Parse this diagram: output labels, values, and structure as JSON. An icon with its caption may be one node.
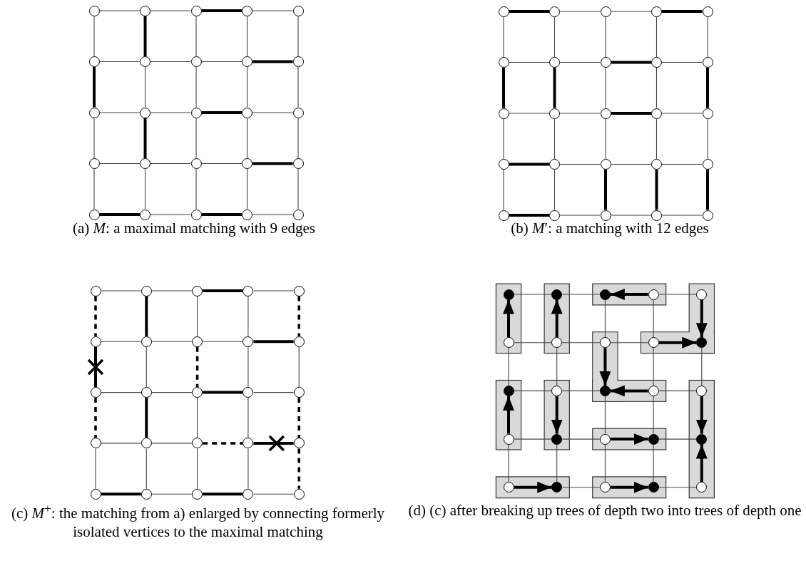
{
  "diagram": {
    "nodes": [
      {
        "text": [],
        "shape": "circle"
      },
      {
        "text": [],
        "shape": "circle"
      },
      {
        "text": [],
        "shape": "circle"
      },
      {
        "text": [],
        "shape": "circle"
      },
      {
        "text": [],
        "shape": "circle"
      },
      {
        "text": [],
        "shape": "circle"
      },
      {
        "text": [],
        "shape": "circle"
      },
      {
        "text": [],
        "shape": "circle"
      },
      {
        "text": [],
        "shape": "circle"
      },
      {
        "text": [],
        "shape": "circle"
      },
      {
        "text": [],
        "shape": "circle"
      },
      {
        "text": [],
        "shape": "circle"
      },
      {
        "text": [],
        "shape": "circle"
      },
      {
        "text": [],
        "shape": "circle"
      },
      {
        "text": [],
        "shape": "circle"
      },
      {
        "text": [],
        "shape": "circle"
      },
      {
        "text": [],
        "shape": "circle"
      },
      {
        "text": [],
        "shape": "circle"
      },
      {
        "text": [],
        "shape": "circle"
      },
      {
        "text": [],
        "shape": "circle"
      },
      {
        "text": [],
        "shape": "circle"
      },
      {
        "text": [],
        "shape": "circle"
      },
      {
        "text": [],
        "shape": "circle"
      },
      {
        "text": [],
        "shape": "circle"
      },
      {
        "text": [],
        "shape": "circle"
      },
      {
        "text": [],
        "shape": "circle"
      },
      {
        "text": [],
        "shape": "circle"
      },
      {
        "text": [],
        "shape": "circle"
      },
      {
        "text": [],
        "shape": "circle"
      },
      {
        "text": [],
        "shape": "circle"
      },
      {
        "text": [],
        "shape": "circle"
      },
      {
        "text": [],
        "shape": "circle"
      },
      {
        "text": [],
        "shape": "circle"
      },
      {
        "text": [],
        "shape": "circle"
      },
      {
        "text": [],
        "shape": "circle"
      },
      {
        "text": [],
        "shape": "circle"
      },
      {
        "text": [],
        "shape": "circle"
      },
      {
        "text": [],
        "shape": "circle"
      },
      {
        "text": [],
        "shape": "circle"
      },
      {
        "text": [],
        "shape": "circle"
      },
      {
        "text": [],
        "shape": "circle"
      },
      {
        "text": [],
        "shape": "circle"
      },
      {
        "text": [],
        "shape": "circle"
      },
      {
        "text": [],
        "shape": "circle"
      },
      {
        "text": [],
        "shape": "circle"
      },
      {
        "text": [],
        "shape": "circle"
      },
      {
        "text": [],
        "shape": "circle"
      },
      {
        "text": [],
        "shape": "circle"
      },
      {
        "text": [],
        "shape": "circle"
      },
      {
        "text": [],
        "shape": "circle"
      },
      {
        "text": [],
        "shape": "circle"
      },
      {
        "text": [],
        "shape": "circle"
      },
      {
        "text": [],
        "shape": "circle"
      },
      {
        "text": [],
        "shape": "circle"
      },
      {
        "text": [],
        "shape": "circle"
      },
      {
        "text": [],
        "shape": "circle"
      },
      {
        "text": [],
        "shape": "circle"
      },
      {
        "text": [],
        "shape": "circle"
      },
      {
        "text": [],
        "shape": "circle"
      },
      {
        "text": [],
        "shape": "circle"
      },
      {
        "text": [],
        "shape": "circle"
      },
      {
        "text": [],
        "shape": "circle"
      },
      {
        "text": [],
        "shape": "circle"
      },
      {
        "text": [],
        "shape": "circle"
      },
      {
        "text": [],
        "shape": "circle"
      },
      {
        "text": [],
        "shape": "circle"
      },
      {
        "text": [],
        "shape": "circle"
      },
      {
        "text": [],
        "shape": "circle"
      },
      {
        "text": [],
        "shape": "circle"
      },
      {
        "text": [],
        "shape": "circle"
      },
      {
        "text": [],
        "shape": "circle"
      },
      {
        "text": [],
        "shape": "circle"
      },
      {
        "text": [],
        "shape": "circle"
      },
      {
        "text": [],
        "shape": "circle"
      },
      {
        "text": [],
        "shape": "circle"
      },
      {
        "text": [],
        "shape": "dot"
      },
      {
        "text": [],
        "shape": "dot"
      },
      {
        "text": [],
        "shape": "dot"
      },
      {
        "text": [],
        "shape": "circle"
      },
      {
        "text": [],
        "shape": "circle"
      },
      {
        "text": [],
        "shape": "circle"
      },
      {
        "text": [],
        "shape": "circle"
      },
      {
        "text": [],
        "shape": "circle"
      },
      {
        "text": [],
        "shape": "circle"
      },
      {
        "text": [],
        "shape": "dot"
      },
      {
        "text": [],
        "shape": "dot"
      },
      {
        "text": [],
        "shape": "circle"
      },
      {
        "text": [],
        "shape": "dot"
      },
      {
        "text": [],
        "shape": "circle"
      },
      {
        "text": [],
        "shape": "circle"
      },
      {
        "text": [],
        "shape": "circle"
      },
      {
        "text": [],
        "shape": "dot"
      },
      {
        "text": [],
        "shape": "circle"
      },
      {
        "text": [],
        "shape": "dot"
      },
      {
        "text": [],
        "shape": "dot"
      },
      {
        "text": [],
        "shape": "circle"
      },
      {
        "text": [],
        "shape": "dot"
      },
      {
        "text": [],
        "shape": "circle"
      },
      {
        "text": [],
        "shape": "dot"
      },
      {
        "text": [],
        "shape": "circle"
      }
    ],
    "edges": [
      {
        "from": 0,
        "to": 1,
        "arrow": "none"
      },
      {
        "from": 1,
        "to": 2,
        "arrow": "none"
      },
      {
        "from": 2,
        "to": 3,
        "arrow": "none",
        "style": "thick"
      },
      {
        "from": 3,
        "to": 4,
        "arrow": "none"
      },
      {
        "from": 0,
        "to": 5,
        "arrow": "none"
      },
      {
        "from": 1,
        "to": 6,
        "arrow": "none",
        "style": "thick"
      },
      {
        "from": 2,
        "to": 7,
        "arrow": "none"
      },
      {
        "from": 3,
        "to": 8,
        "arrow": "none"
      },
      {
        "from": 4,
        "to": 9,
        "arrow": "none"
      },
      {
        "from": 5,
        "to": 6,
        "arrow": "none"
      },
      {
        "from": 6,
        "to": 7,
        "arrow": "none"
      },
      {
        "from": 7,
        "to": 8,
        "arrow": "none"
      },
      {
        "from": 8,
        "to": 9,
        "arrow": "none",
        "style": "thick"
      },
      {
        "from": 5,
        "to": 10,
        "arrow": "none",
        "style": "thick"
      },
      {
        "from": 6,
        "to": 11,
        "arrow": "none"
      },
      {
        "from": 7,
        "to": 12,
        "arrow": "none"
      },
      {
        "from": 8,
        "to": 13,
        "arrow": "none"
      },
      {
        "from": 9,
        "to": 14,
        "arrow": "none"
      },
      {
        "from": 10,
        "to": 11,
        "arrow": "none"
      },
      {
        "from": 11,
        "to": 12,
        "arrow": "none"
      },
      {
        "from": 12,
        "to": 13,
        "arrow": "none",
        "style": "thick"
      },
      {
        "from": 13,
        "to": 14,
        "arrow": "none"
      },
      {
        "from": 10,
        "to": 15,
        "arrow": "none"
      },
      {
        "from": 11,
        "to": 16,
        "arrow": "none",
        "style": "thick"
      },
      {
        "from": 12,
        "to": 17,
        "arrow": "none"
      },
      {
        "from": 13,
        "to": 18,
        "arrow": "none"
      },
      {
        "from": 14,
        "to": 19,
        "arrow": "none"
      },
      {
        "from": 15,
        "to": 16,
        "arrow": "none"
      },
      {
        "from": 16,
        "to": 17,
        "arrow": "none"
      },
      {
        "from": 17,
        "to": 18,
        "arrow": "none"
      },
      {
        "from": 18,
        "to": 19,
        "arrow": "none",
        "style": "thick"
      },
      {
        "from": 15,
        "to": 20,
        "arrow": "none"
      },
      {
        "from": 16,
        "to": 21,
        "arrow": "none"
      },
      {
        "from": 17,
        "to": 22,
        "arrow": "none"
      },
      {
        "from": 18,
        "to": 23,
        "arrow": "none"
      },
      {
        "from": 19,
        "to": 24,
        "arrow": "none"
      },
      {
        "from": 20,
        "to": 21,
        "arrow": "none",
        "style": "thick"
      },
      {
        "from": 21,
        "to": 22,
        "arrow": "none"
      },
      {
        "from": 22,
        "to": 23,
        "arrow": "none",
        "style": "thick"
      },
      {
        "from": 23,
        "to": 24,
        "arrow": "none"
      },
      {
        "from": 25,
        "to": 26,
        "arrow": "none",
        "style": "thick"
      },
      {
        "from": 26,
        "to": 27,
        "arrow": "none"
      },
      {
        "from": 27,
        "to": 28,
        "arrow": "none"
      },
      {
        "from": 28,
        "to": 29,
        "arrow": "none",
        "style": "thick"
      },
      {
        "from": 25,
        "to": 30,
        "arrow": "none"
      },
      {
        "from": 26,
        "to": 31,
        "arrow": "none"
      },
      {
        "from": 27,
        "to": 32,
        "arrow": "none"
      },
      {
        "from": 28,
        "to": 33,
        "arrow": "none"
      },
      {
        "from": 29,
        "to": 34,
        "arrow": "none"
      },
      {
        "from": 30,
        "to": 31,
        "arrow": "none"
      },
      {
        "from": 31,
        "to": 32,
        "arrow": "none"
      },
      {
        "from": 32,
        "to": 33,
        "arrow": "none",
        "style": "thick"
      },
      {
        "from": 33,
        "to": 34,
        "arrow": "none"
      },
      {
        "from": 30,
        "to": 35,
        "arrow": "none",
        "style": "thick"
      },
      {
        "from": 31,
        "to": 36,
        "arrow": "none",
        "style": "thick"
      },
      {
        "from": 32,
        "to": 37,
        "arrow": "none"
      },
      {
        "from": 33,
        "to": 38,
        "arrow": "none"
      },
      {
        "from": 34,
        "to": 39,
        "arrow": "none",
        "style": "thick"
      },
      {
        "from": 35,
        "to": 36,
        "arrow": "none"
      },
      {
        "from": 36,
        "to": 37,
        "arrow": "none"
      },
      {
        "from": 37,
        "to": 38,
        "arrow": "none",
        "style": "thick"
      },
      {
        "from": 38,
        "to": 39,
        "arrow": "none"
      },
      {
        "from": 35,
        "to": 40,
        "arrow": "none"
      },
      {
        "from": 36,
        "to": 41,
        "arrow": "none"
      },
      {
        "from": 37,
        "to": 42,
        "arrow": "none"
      },
      {
        "from": 38,
        "to": 43,
        "arrow": "none"
      },
      {
        "from": 39,
        "to": 44,
        "arrow": "none"
      },
      {
        "from": 40,
        "to": 41,
        "arrow": "none",
        "style": "thick"
      },
      {
        "from": 41,
        "to": 42,
        "arrow": "none"
      },
      {
        "from": 42,
        "to": 43,
        "arrow": "none"
      },
      {
        "from": 43,
        "to": 44,
        "arrow": "none"
      },
      {
        "from": 40,
        "to": 45,
        "arrow": "none"
      },
      {
        "from": 41,
        "to": 46,
        "arrow": "none"
      },
      {
        "from": 42,
        "to": 47,
        "arrow": "none",
        "style": "thick"
      },
      {
        "from": 43,
        "to": 48,
        "arrow": "none",
        "style": "thick"
      },
      {
        "from": 44,
        "to": 49,
        "arrow": "none",
        "style": "thick"
      },
      {
        "from": 45,
        "to": 46,
        "arrow": "none",
        "style": "thick"
      },
      {
        "from": 46,
        "to": 47,
        "arrow": "none"
      },
      {
        "from": 47,
        "to": 48,
        "arrow": "none"
      },
      {
        "from": 48,
        "to": 49,
        "arrow": "none"
      },
      {
        "from": 50,
        "to": 51,
        "arrow": "none"
      },
      {
        "from": 51,
        "to": 52,
        "arrow": "none"
      },
      {
        "from": 52,
        "to": 53,
        "arrow": "none",
        "style": "thick"
      },
      {
        "from": 53,
        "to": 54,
        "arrow": "none"
      },
      {
        "from": 50,
        "to": 55,
        "arrow": "none",
        "style": "dashed"
      },
      {
        "from": 51,
        "to": 56,
        "arrow": "none",
        "style": "thick"
      },
      {
        "from": 52,
        "to": 57,
        "arrow": "none"
      },
      {
        "from": 53,
        "to": 58,
        "arrow": "none"
      },
      {
        "from": 54,
        "to": 59,
        "arrow": "none",
        "style": "dashed"
      },
      {
        "from": 55,
        "to": 56,
        "arrow": "none"
      },
      {
        "from": 56,
        "to": 57,
        "arrow": "none"
      },
      {
        "from": 57,
        "to": 58,
        "arrow": "none"
      },
      {
        "from": 58,
        "to": 59,
        "arrow": "none",
        "style": "thick"
      },
      {
        "from": 55,
        "to": 60,
        "arrow": "none",
        "style": "thick"
      },
      {
        "from": 56,
        "to": 61,
        "arrow": "none"
      },
      {
        "from": 57,
        "to": 62,
        "arrow": "none",
        "style": "dashed"
      },
      {
        "from": 58,
        "to": 63,
        "arrow": "none"
      },
      {
        "from": 59,
        "to": 64,
        "arrow": "none"
      },
      {
        "from": 60,
        "to": 61,
        "arrow": "none"
      },
      {
        "from": 61,
        "to": 62,
        "arrow": "none"
      },
      {
        "from": 62,
        "to": 63,
        "arrow": "none",
        "style": "thick"
      },
      {
        "from": 63,
        "to": 64,
        "arrow": "none"
      },
      {
        "from": 60,
        "to": 65,
        "arrow": "none",
        "style": "dashed"
      },
      {
        "from": 61,
        "to": 66,
        "arrow": "none",
        "style": "thick"
      },
      {
        "from": 62,
        "to": 67,
        "arrow": "none"
      },
      {
        "from": 63,
        "to": 68,
        "arrow": "none"
      },
      {
        "from": 64,
        "to": 69,
        "arrow": "none",
        "style": "dashed"
      },
      {
        "from": 65,
        "to": 66,
        "arrow": "none"
      },
      {
        "from": 66,
        "to": 67,
        "arrow": "none"
      },
      {
        "from": 67,
        "to": 68,
        "arrow": "none",
        "style": "dashed"
      },
      {
        "from": 68,
        "to": 69,
        "arrow": "none",
        "style": "thick"
      },
      {
        "from": 65,
        "to": 70,
        "arrow": "none"
      },
      {
        "from": 66,
        "to": 71,
        "arrow": "none"
      },
      {
        "from": 67,
        "to": 72,
        "arrow": "none"
      },
      {
        "from": 68,
        "to": 73,
        "arrow": "none"
      },
      {
        "from": 69,
        "to": 74,
        "arrow": "none",
        "style": "dashed"
      },
      {
        "from": 70,
        "to": 71,
        "arrow": "none",
        "style": "thick"
      },
      {
        "from": 71,
        "to": 72,
        "arrow": "none"
      },
      {
        "from": 72,
        "to": 73,
        "arrow": "none",
        "style": "thick"
      },
      {
        "from": 73,
        "to": 74,
        "arrow": "none"
      },
      {
        "from": 75,
        "to": 76,
        "arrow": "none"
      },
      {
        "from": 76,
        "to": 77,
        "arrow": "none"
      },
      {
        "from": 78,
        "to": 77,
        "arrow": "to",
        "style": "thick"
      },
      {
        "from": 78,
        "to": 79,
        "arrow": "none"
      },
      {
        "from": 80,
        "to": 75,
        "arrow": "to",
        "style": "thick"
      },
      {
        "from": 81,
        "to": 76,
        "arrow": "to",
        "style": "thick"
      },
      {
        "from": 77,
        "to": 82,
        "arrow": "none"
      },
      {
        "from": 78,
        "to": 83,
        "arrow": "none"
      },
      {
        "from": 79,
        "to": 84,
        "arrow": "to",
        "style": "thick"
      },
      {
        "from": 80,
        "to": 81,
        "arrow": "none"
      },
      {
        "from": 81,
        "to": 82,
        "arrow": "none"
      },
      {
        "from": 82,
        "to": 83,
        "arrow": "none"
      },
      {
        "from": 83,
        "to": 84,
        "arrow": "to",
        "style": "thick"
      },
      {
        "from": 80,
        "to": 85,
        "arrow": "none"
      },
      {
        "from": 81,
        "to": 86,
        "arrow": "none"
      },
      {
        "from": 82,
        "to": 87,
        "arrow": "to",
        "style": "thick"
      },
      {
        "from": 83,
        "to": 88,
        "arrow": "none"
      },
      {
        "from": 84,
        "to": 89,
        "arrow": "none"
      },
      {
        "from": 85,
        "to": 86,
        "arrow": "none"
      },
      {
        "from": 86,
        "to": 87,
        "arrow": "none"
      },
      {
        "from": 88,
        "to": 87,
        "arrow": "to",
        "style": "thick"
      },
      {
        "from": 88,
        "to": 89,
        "arrow": "none"
      },
      {
        "from": 90,
        "to": 85,
        "arrow": "to",
        "style": "thick"
      },
      {
        "from": 86,
        "to": 91,
        "arrow": "to",
        "style": "thick"
      },
      {
        "from": 87,
        "to": 92,
        "arrow": "none"
      },
      {
        "from": 88,
        "to": 93,
        "arrow": "none"
      },
      {
        "from": 89,
        "to": 94,
        "arrow": "to",
        "style": "thick"
      },
      {
        "from": 90,
        "to": 91,
        "arrow": "none"
      },
      {
        "from": 91,
        "to": 92,
        "arrow": "none"
      },
      {
        "from": 92,
        "to": 93,
        "arrow": "to",
        "style": "thick"
      },
      {
        "from": 93,
        "to": 94,
        "arrow": "none"
      },
      {
        "from": 90,
        "to": 95,
        "arrow": "none"
      },
      {
        "from": 91,
        "to": 96,
        "arrow": "none"
      },
      {
        "from": 92,
        "to": 97,
        "arrow": "none"
      },
      {
        "from": 93,
        "to": 98,
        "arrow": "none"
      },
      {
        "from": 99,
        "to": 94,
        "arrow": "to",
        "style": "thick"
      },
      {
        "from": 95,
        "to": 96,
        "arrow": "to",
        "style": "thick"
      },
      {
        "from": 96,
        "to": 97,
        "arrow": "none"
      },
      {
        "from": 97,
        "to": 98,
        "arrow": "to",
        "style": "thick"
      },
      {
        "from": 98,
        "to": 99,
        "arrow": "none"
      }
    ],
    "labels": [
      "(a) *M*: a maximal matching with 9 edges",
      "(b) *M*′: a matching with 12 edges",
      "(c) *M*$^{+}$: the matching from a) enlarged by connecting formerly isolated vertices to the maximal matching",
      "(d) (c) after breaking up trees of depth two into trees of depth one"
    ]
  }
}
